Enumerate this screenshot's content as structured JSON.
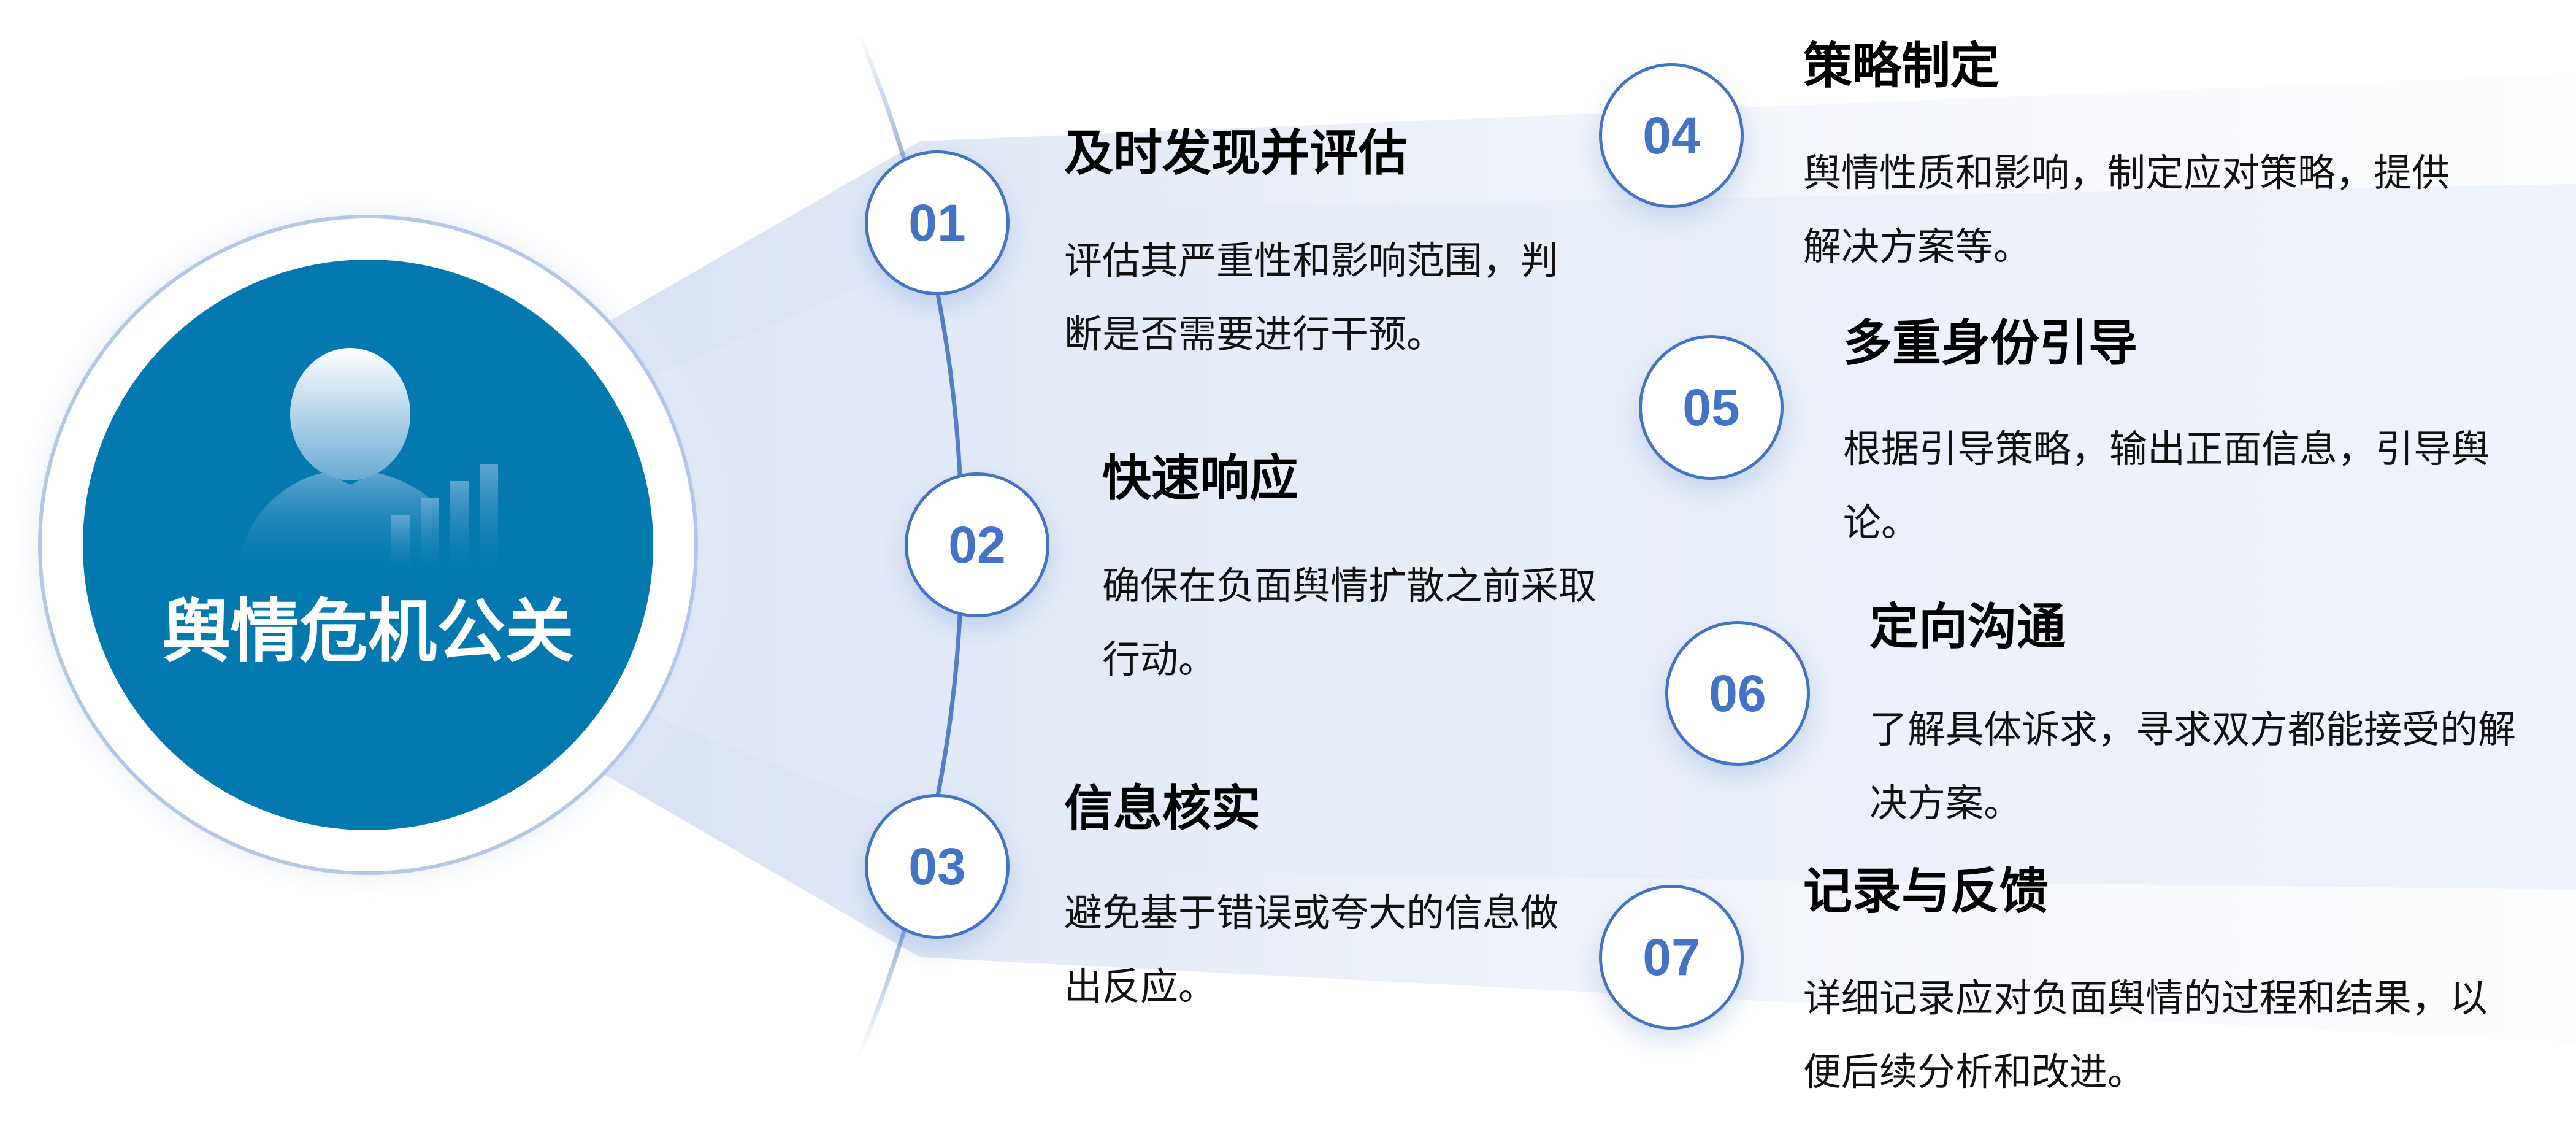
{
  "center": {
    "title": "舆情危机公关",
    "icon": "businessman-chart-icon"
  },
  "colors": {
    "accent": "#4472C4",
    "center_fill": "#0479B0"
  },
  "steps": [
    {
      "num": "01",
      "title": "及时发现并评估",
      "desc": "评估其严重性和影响范围，判断是否需要进行干预。"
    },
    {
      "num": "02",
      "title": "快速响应",
      "desc": "确保在负面舆情扩散之前采取行动。"
    },
    {
      "num": "03",
      "title": "信息核实",
      "desc": "避免基于错误或夸大的信息做出反应。"
    },
    {
      "num": "04",
      "title": "策略制定",
      "desc": "舆情性质和影响，制定应对策略，提供解决方案等。"
    },
    {
      "num": "05",
      "title": "多重身份引导",
      "desc": "根据引导策略，输出正面信息，引导舆论。"
    },
    {
      "num": "06",
      "title": "定向沟通",
      "desc": "了解具体诉求，寻求双方都能接受的解决方案。"
    },
    {
      "num": "07",
      "title": "记录与反馈",
      "desc": "详细记录应对负面舆情的过程和结果，以便后续分析和改进。"
    }
  ]
}
